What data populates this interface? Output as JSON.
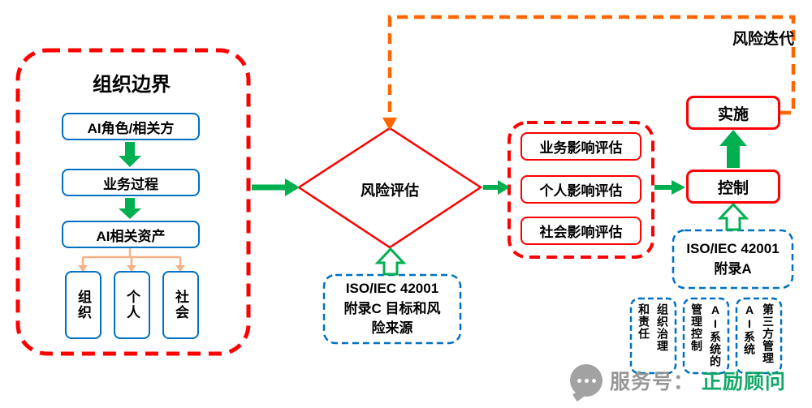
{
  "colors": {
    "red": "#FF0000",
    "blue": "#0070C0",
    "green": "#00B050",
    "orange": "#FF6600",
    "peach": "#F5B183",
    "gray": "#9B9B9B",
    "wm_green": "#00A15C"
  },
  "boundary": {
    "title": "组织边界"
  },
  "chain": [
    {
      "label": "AI角色/相关方"
    },
    {
      "label": "业务过程"
    },
    {
      "label": "AI相关资产"
    }
  ],
  "entities": [
    {
      "label": "组织"
    },
    {
      "label": "个人"
    },
    {
      "label": "社会"
    }
  ],
  "diamond": {
    "label": "风险评估"
  },
  "impacts": [
    {
      "label": "业务影响评估"
    },
    {
      "label": "个人影响评估"
    },
    {
      "label": "社会影响评估"
    }
  ],
  "control": {
    "label": "控制"
  },
  "implementation": {
    "label": "实施"
  },
  "annex_c": {
    "lines": [
      "ISO/IEC 42001",
      "附录C 目标和风",
      "险来源"
    ]
  },
  "annex_a": {
    "lines": [
      "ISO/IEC 42001",
      "附录A"
    ]
  },
  "annex_a_items": [
    {
      "label": "组织治理和责任",
      "columns": [
        "组织治理",
        "和责任"
      ]
    },
    {
      "label": "AI系统的管理控制",
      "columns": [
        "AI系统的",
        "管理控制"
      ]
    },
    {
      "label": "第三方管理AI系统",
      "columns": [
        "第三方管理",
        "AI系统"
      ]
    }
  ],
  "iteration_label": "风险迭代",
  "watermark": {
    "prefix": "服务号：",
    "name": "正励顾问"
  }
}
